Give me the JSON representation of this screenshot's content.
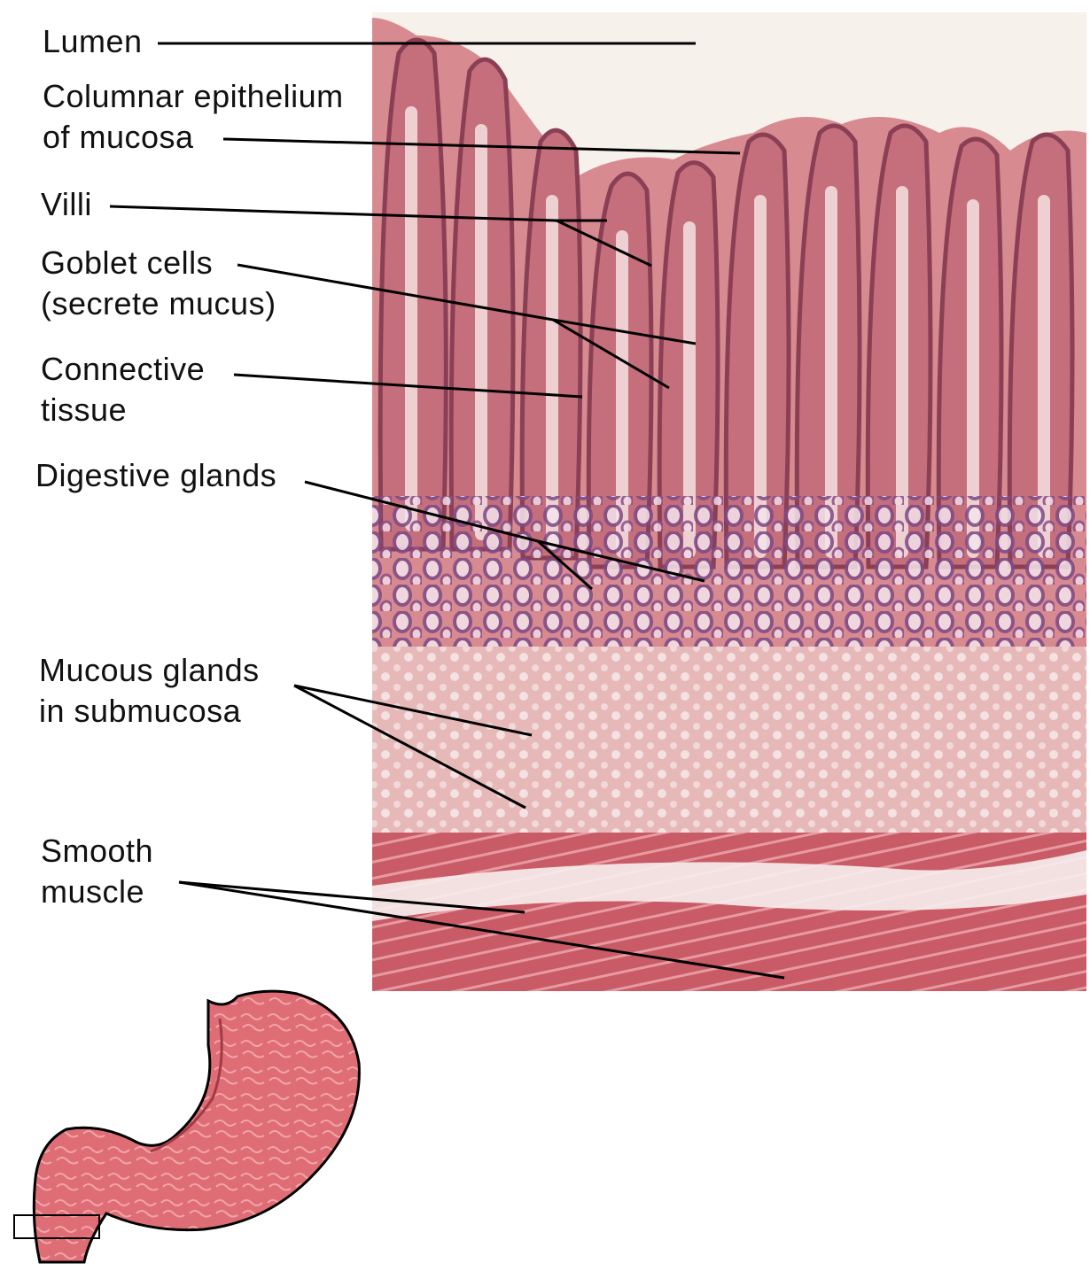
{
  "labels": {
    "lumen": "Lumen",
    "columnar_1": "Columnar epithelium",
    "columnar_2": "of mucosa",
    "villi": "Villi",
    "goblet_1": "Goblet cells",
    "goblet_2": "(secrete mucus)",
    "connective_1": "Connective",
    "connective_2": "tissue",
    "digestive": "Digestive glands",
    "mucous_1": "Mucous glands",
    "mucous_2": "in submucosa",
    "smooth_1": "Smooth",
    "smooth_2": "muscle"
  },
  "colors": {
    "lumen": "#f6f1ea",
    "tissue": "#d98a8f",
    "villus_fill": "#c46f7b",
    "villus_edge": "#8a3f55",
    "gland_purple": "#8e5a8c",
    "submucosa": "#e2b3b3",
    "muscle": "#cc6670",
    "stomach": "#de6a72",
    "leader": "#000000"
  }
}
